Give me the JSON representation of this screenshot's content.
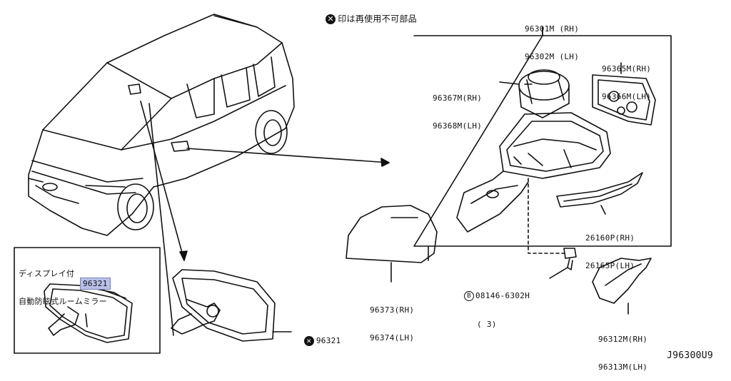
{
  "header_note": {
    "symbol": "✕",
    "text": "印は再使用不可部品"
  },
  "parts": {
    "mirror_assy": {
      "rh": "96301M (RH)",
      "lh": "96302M (LH)"
    },
    "glass": {
      "rh": "96365M(RH)",
      "lh": "96366M(LH)"
    },
    "actuator": {
      "rh": "96367M(RH)",
      "lh": "96368M(LH)"
    },
    "turn_lamp": {
      "rh": "26160P(RH)",
      "lh": "26165P(LH)"
    },
    "cover": {
      "rh": "96373(RH)",
      "lh": "96374(LH)"
    },
    "bolt": {
      "marker": "B",
      "code": "08146-6302H",
      "qty": "( 3)"
    },
    "lower_cover": {
      "rh": "96312M(RH)",
      "lh": "96313M(LH)"
    },
    "inner_mirror_x": {
      "symbol": "✕",
      "code": "96321"
    }
  },
  "inset": {
    "title_line1": "ディスプレイ付",
    "title_line2": "自動防眩式ルームミラー",
    "part_code": "96321"
  },
  "diagram_code": "J96300U9"
}
